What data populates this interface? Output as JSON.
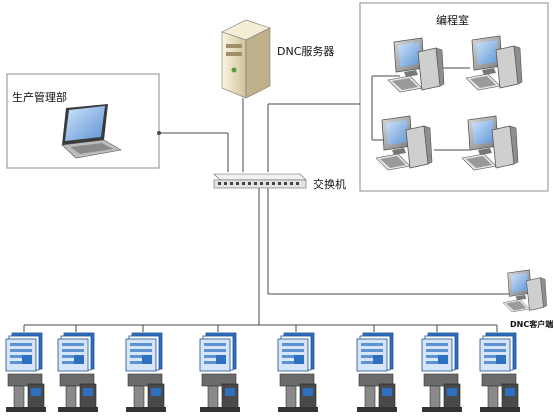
{
  "labels": {
    "production_dept": "生产管理部",
    "dnc_server": "DNC服务器",
    "programming_room": "编程室",
    "switch": "交换机",
    "dnc_client": "DNC客户端"
  },
  "machines": {
    "count": 8
  },
  "colors": {
    "line": "#4a4a4a",
    "box_border": "#8c8c8c",
    "server_body": "#e9dfc2",
    "screen": "#8fb9e6",
    "machine_body": "#6b6b6b",
    "panel_blue": "#2e6fbf"
  }
}
